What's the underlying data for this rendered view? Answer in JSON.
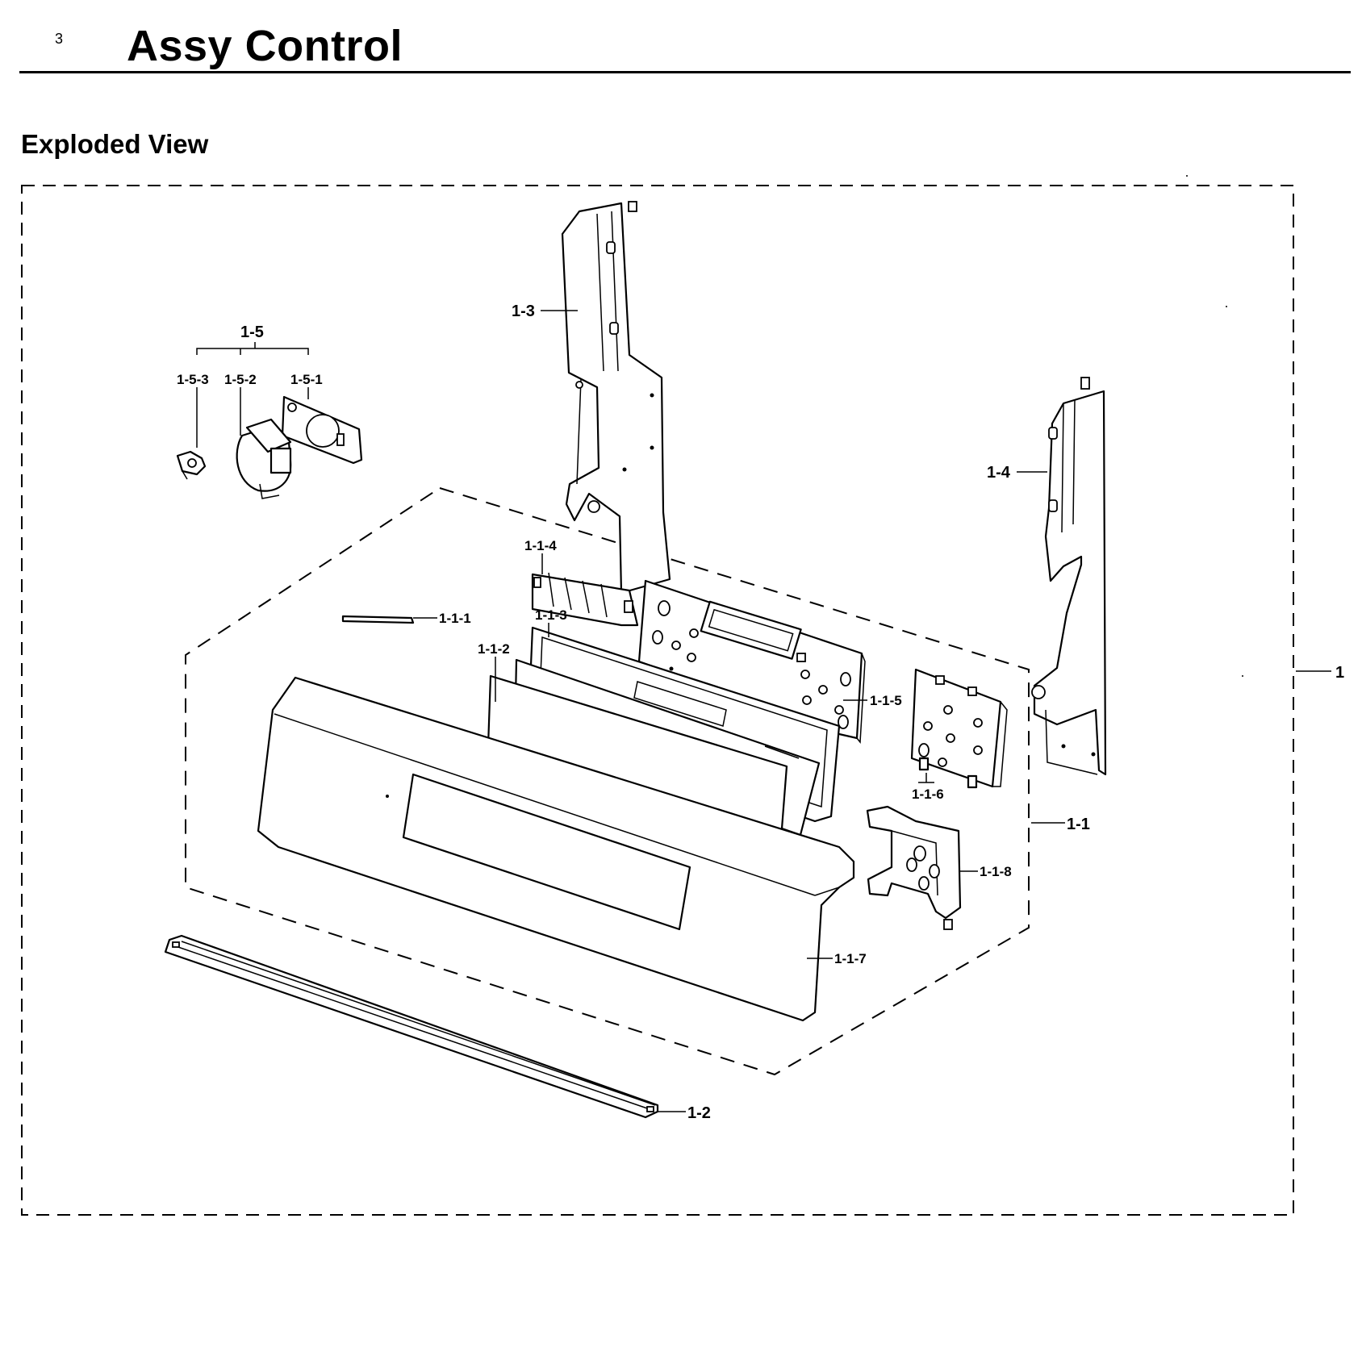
{
  "header": {
    "section_number": "3",
    "title": "Assy Control",
    "subtitle": "Exploded View"
  },
  "callouts": {
    "c1": "1",
    "c1_1": "1-1",
    "c1_1_1": "1-1-1",
    "c1_1_2": "1-1-2",
    "c1_1_3": "1-1-3",
    "c1_1_4": "1-1-4",
    "c1_1_5": "1-1-5",
    "c1_1_6": "1-1-6",
    "c1_1_7": "1-1-7",
    "c1_1_8": "1-1-8",
    "c1_2": "1-2",
    "c1_3": "1-3",
    "c1_4": "1-4",
    "c1_5": "1-5",
    "c1_5_1": "1-5-1",
    "c1_5_2": "1-5-2",
    "c1_5_3": "1-5-3"
  }
}
